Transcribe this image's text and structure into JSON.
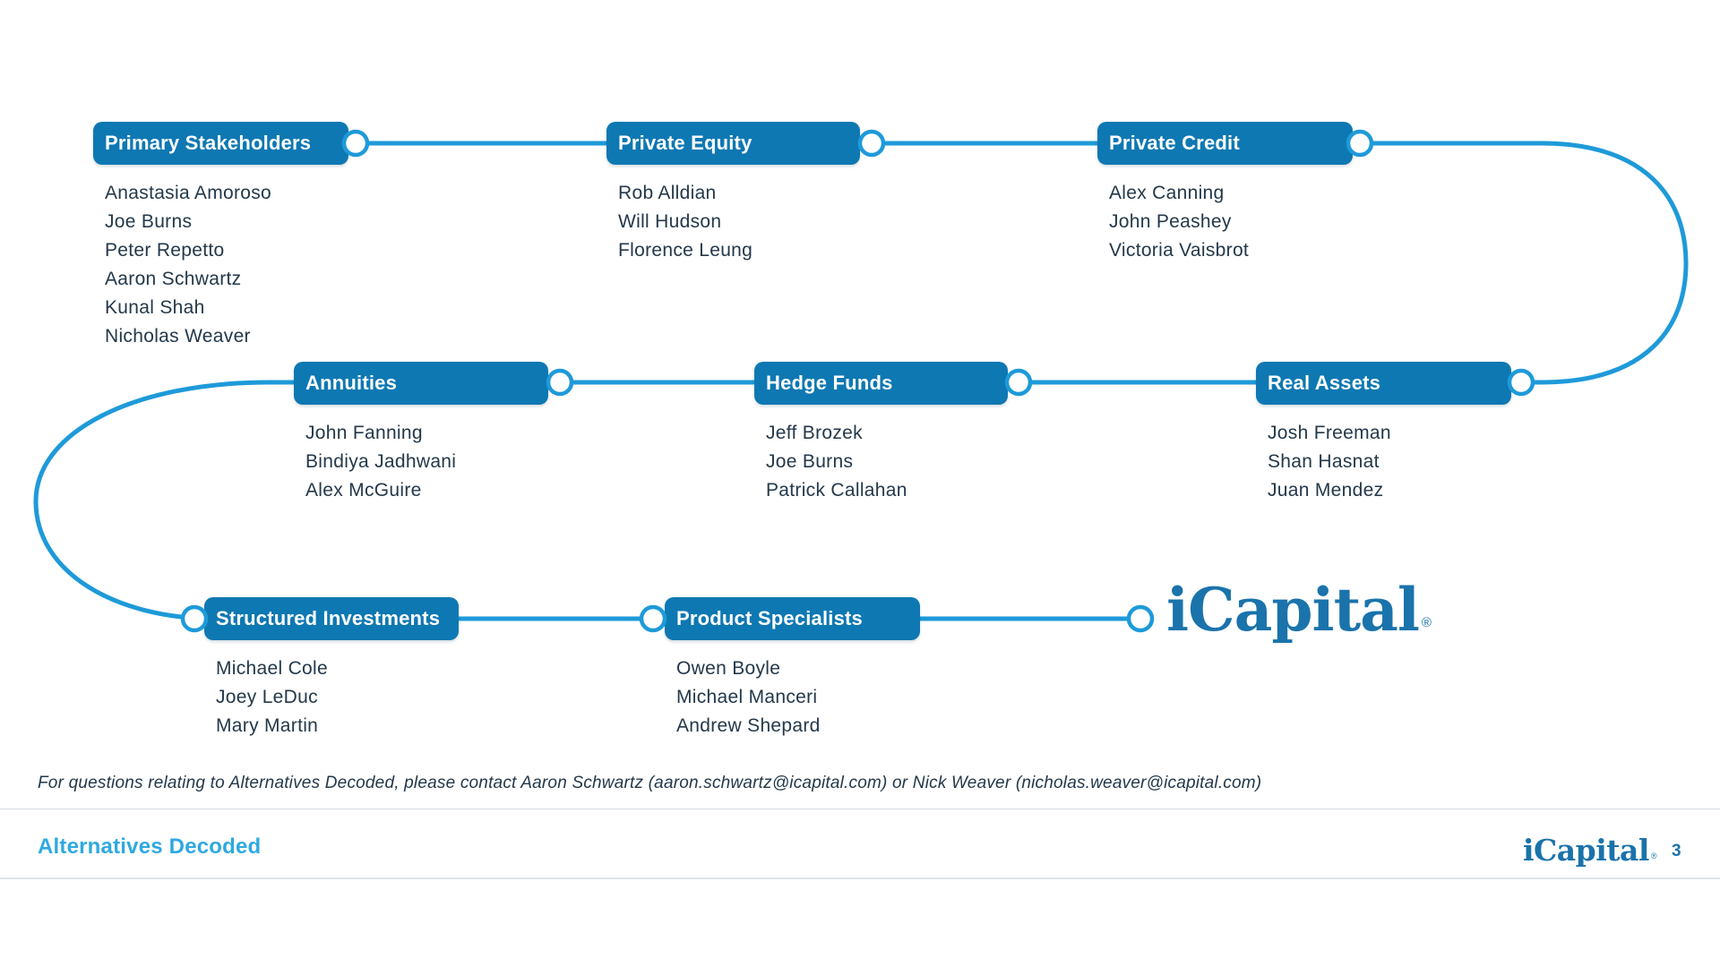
{
  "groups": [
    {
      "label": "Primary Stakeholders",
      "members": [
        "Anastasia Amoroso",
        "Joe Burns",
        "Peter Repetto",
        "Aaron Schwartz",
        "Kunal Shah",
        "Nicholas Weaver"
      ]
    },
    {
      "label": "Private Equity",
      "members": [
        "Rob Alldian",
        "Will Hudson",
        "Florence Leung"
      ]
    },
    {
      "label": "Private Credit",
      "members": [
        "Alex Canning",
        "John Peashey",
        "Victoria Vaisbrot"
      ]
    },
    {
      "label": "Annuities",
      "members": [
        "John Fanning",
        "Bindiya Jadhwani",
        "Alex McGuire"
      ]
    },
    {
      "label": "Hedge Funds",
      "members": [
        "Jeff Brozek",
        "Joe Burns",
        "Patrick Callahan"
      ]
    },
    {
      "label": "Real Assets",
      "members": [
        "Josh Freeman",
        "Shan Hasnat",
        "Juan Mendez"
      ]
    },
    {
      "label": "Structured Investments",
      "members": [
        "Michael Cole",
        "Joey LeDuc",
        "Mary Martin"
      ]
    },
    {
      "label": "Product Specialists",
      "members": [
        "Owen Boyle",
        "Michael Manceri",
        "Andrew Shepard"
      ]
    }
  ],
  "brand": {
    "logo_text": "iCapital",
    "reg": "®"
  },
  "footer": {
    "note": "For questions relating to Alternatives Decoded, please contact Aaron Schwartz (aaron.schwartz@icapital.com) or Nick Weaver (nicholas.weaver@icapital.com)",
    "title": "Alternatives Decoded",
    "page_number": "3"
  },
  "colors": {
    "header_fill": "#0e78b2",
    "connector": "#1e9ad9",
    "accent": "#2fa9e0",
    "logo_blue": "#1a73ab",
    "text": "#24384a"
  }
}
